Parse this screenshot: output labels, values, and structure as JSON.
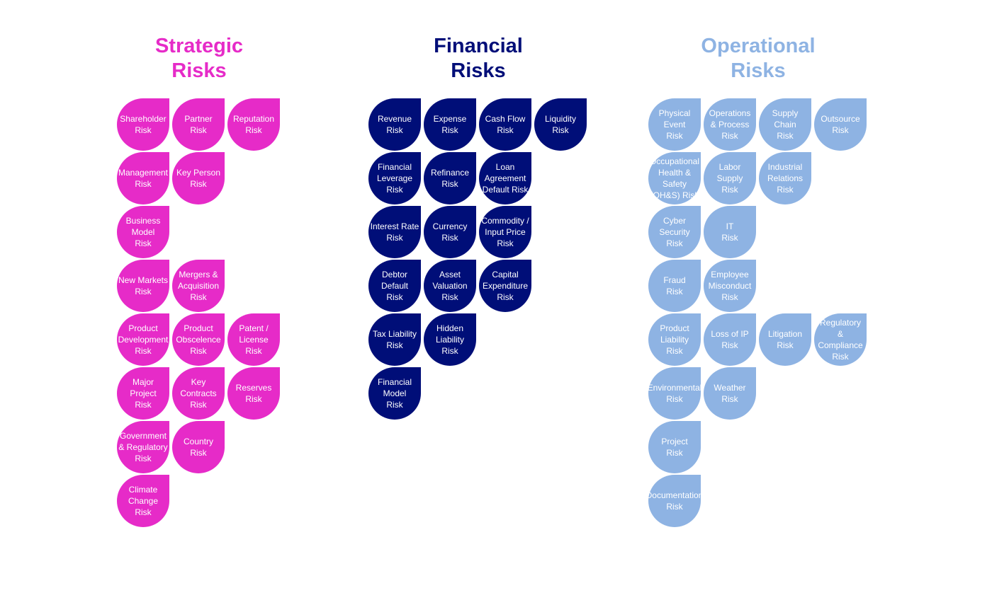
{
  "columns": [
    {
      "key": "strategic",
      "title_line1": "Strategic",
      "title_line2": "Risks",
      "color": "#E62BC8",
      "rows": [
        [
          "Shareholder\nRisk",
          "Partner\nRisk",
          "Reputation\nRisk"
        ],
        [
          "Management\nRisk",
          "Key Person\nRisk"
        ],
        [
          "Business\nModel\nRisk"
        ],
        [
          "New Markets\nRisk",
          "Mergers &\nAcquisition\nRisk"
        ],
        [
          "Product\nDevelopment\nRisk",
          "Product\nObscelence\nRisk",
          "Patent /\nLicense\nRisk"
        ],
        [
          "Major\nProject\nRisk",
          "Key\nContracts\nRisk",
          "Reserves\nRisk"
        ],
        [
          "Government\n& Regulatory\nRisk",
          "Country\nRisk"
        ],
        [
          "Climate\nChange\nRisk"
        ]
      ]
    },
    {
      "key": "financial",
      "title_line1": "Financial",
      "title_line2": "Risks",
      "color": "#000E78",
      "rows": [
        [
          "Revenue\nRisk",
          "Expense\nRisk",
          "Cash Flow\nRisk",
          "Liquidity\nRisk"
        ],
        [
          "Financial\nLeverage\nRisk",
          "Refinance\nRisk",
          "Loan\nAgreement\nDefault Risk"
        ],
        [
          "Interest Rate\nRisk",
          "Currency\nRisk",
          "Commodity /\nInput Price\nRisk"
        ],
        [
          "Debtor\nDefault\nRisk",
          "Asset\nValuation\nRisk",
          "Capital\nExpenditure\nRisk"
        ],
        [
          "Tax Liability\nRisk",
          "Hidden\nLiability\nRisk"
        ],
        [
          "Financial\nModel\nRisk"
        ]
      ]
    },
    {
      "key": "operational",
      "title_line1": "Operational",
      "title_line2": "Risks",
      "color": "#8EB3E3",
      "rows": [
        [
          "Physical\nEvent\nRisk",
          "Operations\n& Process\nRisk",
          "Supply\nChain\nRisk",
          "Outsource\nRisk"
        ],
        [
          "Occupational\nHealth & Safety\n(OH&S) Risk",
          "Labor\nSupply\nRisk",
          "Industrial\nRelations\nRisk"
        ],
        [
          "Cyber\nSecurity\nRisk",
          "IT\nRisk"
        ],
        [
          "Fraud\nRisk",
          "Employee\nMisconduct\nRisk"
        ],
        [
          "Product\nLiability\nRisk",
          "Loss of IP\nRisk",
          "Litigation\nRisk",
          "Regulatory\n& Compliance\nRisk"
        ],
        [
          "Environmental\nRisk",
          "Weather\nRisk"
        ],
        [
          "Project\nRisk"
        ],
        [
          "Documentation\nRisk"
        ]
      ]
    }
  ]
}
